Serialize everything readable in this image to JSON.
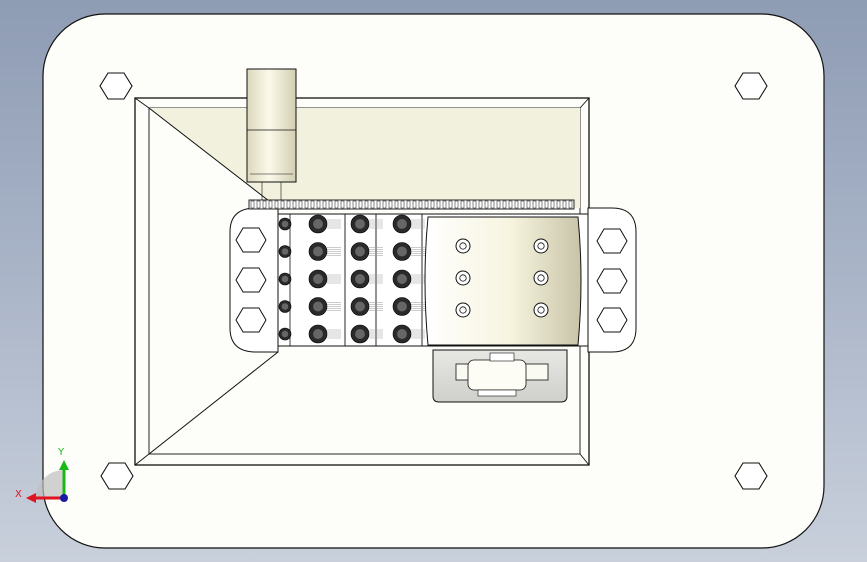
{
  "viewport": {
    "background_top": "#8e9cb4",
    "background_bottom": "#c9d0dc"
  },
  "colors": {
    "plate_fill": "#fdfdf9",
    "line": "#111111",
    "panel_fill": "#f2f1de",
    "motor_fill": "#f4f1d6",
    "axis_x": "#e0141e",
    "axis_y": "#18b818",
    "axis_z": "#1a1aa0"
  },
  "triad": {
    "x_label": "X",
    "y_label": "Y"
  },
  "parts": {
    "base_plate": "base-plate",
    "hex_nuts": 4,
    "roller_rows": 5,
    "drum_holes_rows": 3,
    "drum_holes_cols": 2
  }
}
